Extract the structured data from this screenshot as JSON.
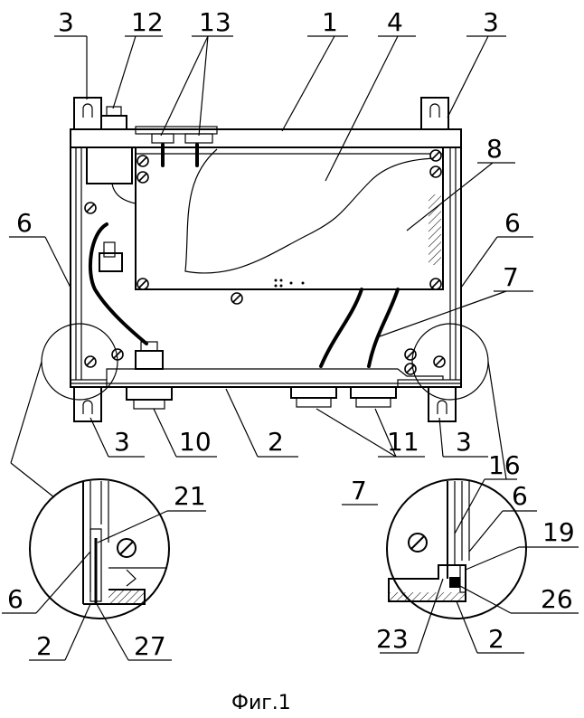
{
  "labels": {
    "l3a": "3",
    "l12": "12",
    "l13": "13",
    "l1": "1",
    "l4": "4",
    "l3b": "3",
    "l8": "8",
    "l6a": "6",
    "l6b": "6",
    "l7": "7",
    "l3c": "3",
    "l10": "10",
    "l2": "2",
    "l11": "11",
    "l3d": "3",
    "l21": "21",
    "l6c": "6",
    "l2b": "2",
    "l27": "27",
    "l16": "16",
    "l7b": "7",
    "l6d": "6",
    "l19": "19",
    "l26": "26",
    "l23": "23",
    "l2c": "2"
  },
  "caption": "Фиг.1"
}
